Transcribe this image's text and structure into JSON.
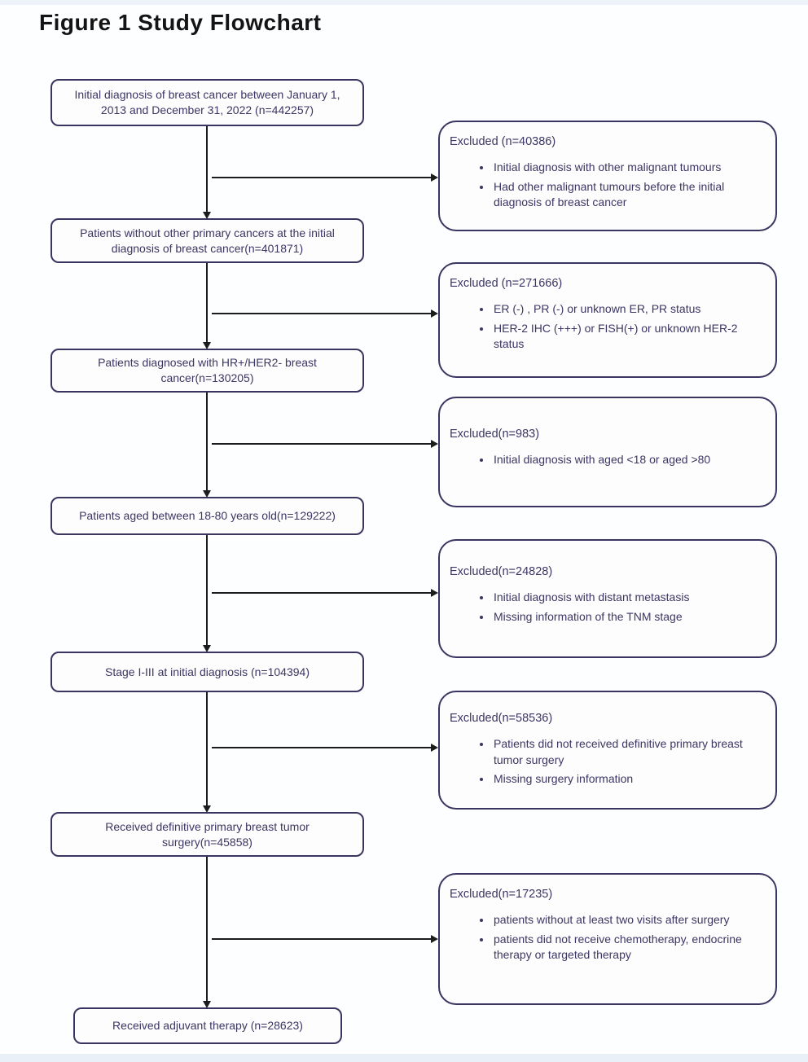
{
  "title": "Figure 1 Study Flowchart",
  "flowchart": {
    "steps": [
      {
        "text": "Initial diagnosis of breast cancer between January 1, 2013 and December 31, 2022  (n=442257)"
      },
      {
        "text": "Patients without other primary cancers  at the initial diagnosis of breast cancer(n=401871)"
      },
      {
        "text": "Patients diagnosed with HR+/HER2- breast cancer(n=130205)"
      },
      {
        "text": "Patients aged between 18-80 years old(n=129222)"
      },
      {
        "text": "Stage I-III at initial diagnosis (n=104394)"
      },
      {
        "text": "Received definitive primary breast tumor surgery(n=45858)"
      },
      {
        "text": "Received adjuvant therapy  (n=28623)"
      }
    ],
    "exclusions": [
      {
        "label": "Excluded (n=40386)",
        "bullets": [
          "Initial diagnosis with other malignant tumours",
          "Had other malignant tumours before the initial diagnosis of breast cancer"
        ]
      },
      {
        "label": "Excluded (n=271666)",
        "bullets": [
          "ER (-) ,  PR (-)  or unknown ER, PR status",
          "HER-2 IHC (+++) or FISH(+) or unknown HER-2 status"
        ]
      },
      {
        "label": "Excluded(n=983)",
        "bullets": [
          "Initial diagnosis with aged <18 or aged >80"
        ]
      },
      {
        "label": "Excluded(n=24828)",
        "bullets": [
          "Initial diagnosis with distant metastasis",
          "Missing information of the TNM stage"
        ]
      },
      {
        "label": "Excluded(n=58536)",
        "bullets": [
          "Patients did not received definitive primary breast tumor surgery",
          "Missing surgery information"
        ]
      },
      {
        "label": "Excluded(n=17235)",
        "bullets": [
          "patients without at least two visits after surgery",
          "patients did not receive chemotherapy,  endocrine therapy or targeted therapy"
        ]
      }
    ],
    "colors": {
      "box_border": "#3a3560",
      "box_text": "#3b3663",
      "arrow": "#1c1c1c"
    }
  }
}
